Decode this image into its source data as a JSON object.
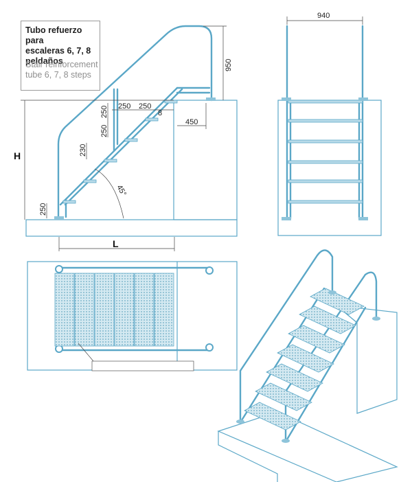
{
  "note": {
    "title_es": "Tubo refuerzo para\nescaleras 6, 7, 8\npeldaños",
    "title_en": "Stair reinforcement\ntube 6, 7, 8 steps"
  },
  "dimensions": {
    "height_label": "H",
    "length_label": "L",
    "handrail_height": "950",
    "width": "940",
    "step_depth_a": "250",
    "step_depth_b": "250",
    "tread_thickness": "8",
    "top_offset": "450",
    "rise_a": "250",
    "rise_b": "250",
    "rise_c": "230",
    "bottom_rise": "250",
    "angle": "45°"
  },
  "colors": {
    "line": "#5aa7c7",
    "tread_fill": "#b9dbe9",
    "dim_line": "#444444"
  }
}
